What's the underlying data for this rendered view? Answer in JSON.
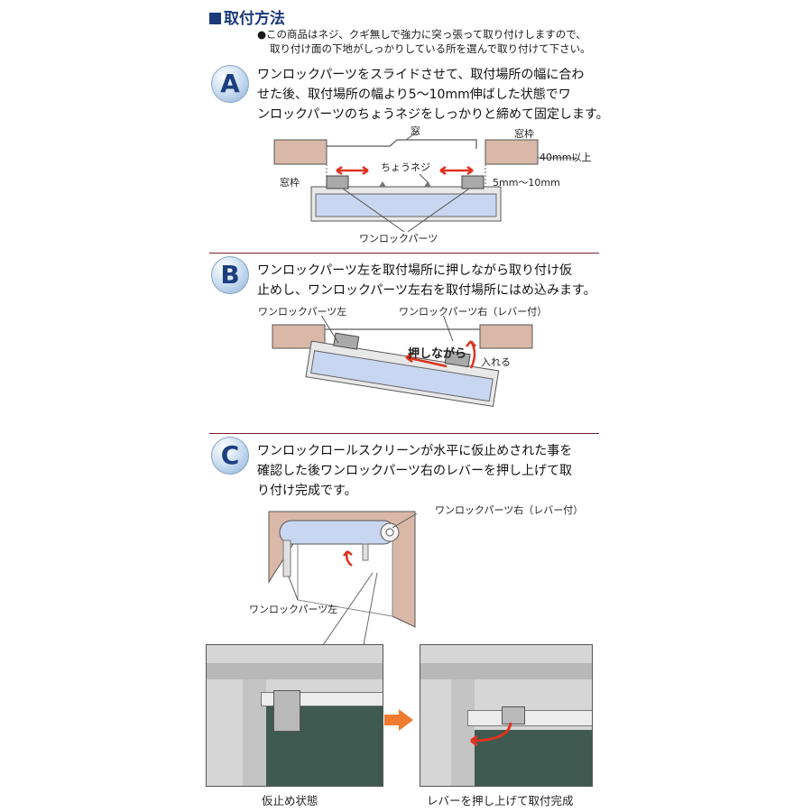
{
  "header": {
    "title": "取付方法",
    "note_line1": "●この商品はネジ、クギ無しで強力に突っ張って取り付けしますので、",
    "note_line2": "取り付け面の下地がしっかりしている所を選んで取り付けて下さい。"
  },
  "steps": {
    "a": {
      "letter": "A",
      "line1": "ワンロックパーツをスライドさせて、取付場所の幅に合わ",
      "line2": "せた後、取付場所の幅より5〜10mm伸ばした状態でワ",
      "line3": "ンロックパーツのちょうネジをしっかりと締めて固定します。",
      "labels": {
        "window": "窓",
        "frame_right": "窓枠",
        "frame_left": "窓枠",
        "clearance": "40mm以上",
        "screw": "ちょうネジ",
        "extension": "5mm〜10mm",
        "parts": "ワンロックパーツ"
      }
    },
    "b": {
      "letter": "B",
      "line1": "ワンロックパーツ左を取付場所に押しながら取り付け仮",
      "line2": "止めし、ワンロックパーツ左右を取付場所にはめ込みます。",
      "labels": {
        "left_part": "ワンロックパーツ左",
        "right_part": "ワンロックパーツ右（レバー付）",
        "pushing": "押しながら",
        "insert": "入れる"
      }
    },
    "c": {
      "letter": "C",
      "line1": "ワンロックロールスクリーンが水平に仮止めされた事を",
      "line2": "確認した後ワンロックパーツ右のレバーを押し上げて取",
      "line3": "り付け完成です。",
      "labels": {
        "right_part": "ワンロックパーツ右（レバー付）",
        "left_part": "ワンロックパーツ左"
      },
      "photos": {
        "before_caption": "仮止め状態",
        "after_caption": "レバーを押し上げて取付完成"
      }
    }
  },
  "colors": {
    "title": "#1a3a7a",
    "rule": "#7a1f2a",
    "frame": "#d9b8a8",
    "screen": "#c9d6f1",
    "arrow": "#e0321e",
    "step_arrow": "#f07a30"
  }
}
